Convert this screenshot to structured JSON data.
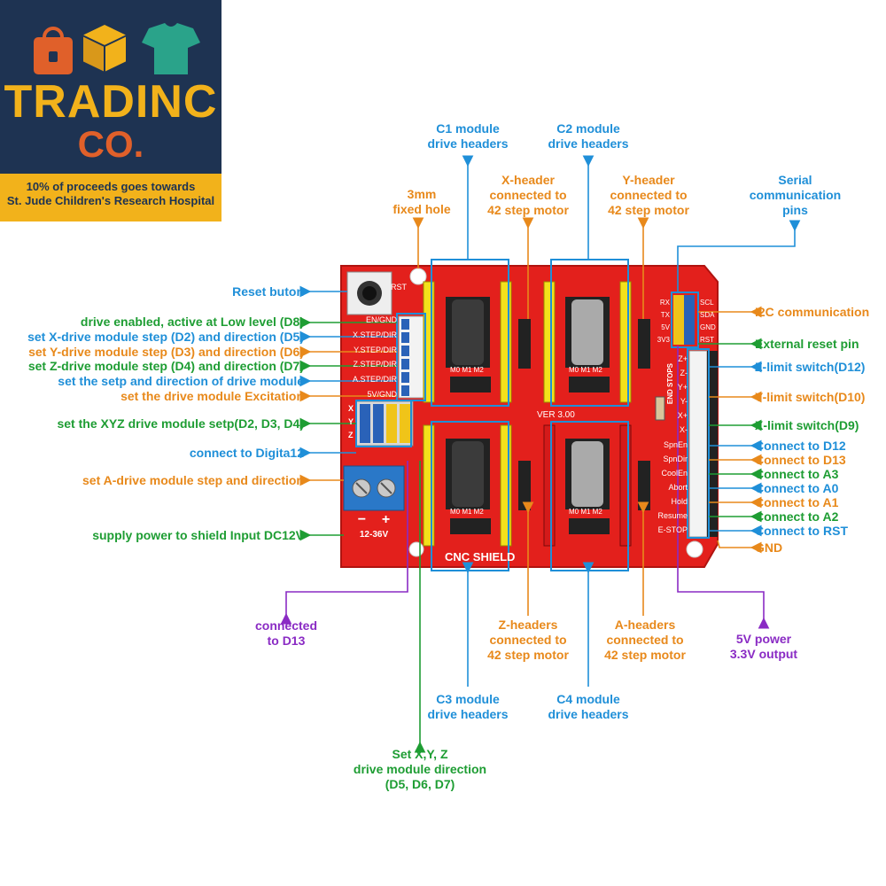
{
  "logo": {
    "line1": "TRADINC",
    "line2": "CO.",
    "tagline1": "10% of proceeds goes towards",
    "tagline2": "St. Jude Children's Research Hospital",
    "colors": {
      "navy": "#1e3352",
      "gold": "#f2b21b",
      "orange": "#e0602a",
      "teal": "#2aa38a"
    }
  },
  "colors": {
    "blue": "#1f8fd8",
    "orange": "#e8891b",
    "green": "#1e9d33",
    "purple": "#8a2bc4",
    "board": "#e3201c"
  },
  "board": {
    "cnc_shield": "CNC SHIELD",
    "version": "VER 3.00",
    "voltage": "12-36V",
    "minus": "−",
    "plus": "+",
    "rst": "RST",
    "end_stops": "END STOPS",
    "left_pins": [
      "EN/GND",
      "X.STEP/DIR",
      "Y.STEP/DIR",
      "Z.STEP/DIR",
      "A.STEP/DIR",
      "5V/GND"
    ],
    "right_pins": [
      "Z+",
      "Z-",
      "Y+",
      "Y-",
      "X+",
      "X-",
      "SpnEn",
      "SpnDir",
      "CoolEn",
      "Abort",
      "Hold",
      "Resume",
      "E-STOP"
    ],
    "serial_pins": [
      "RX",
      "TX",
      "5V",
      "3V3"
    ],
    "i2c_pins": [
      "SCL",
      "SDA",
      "GND",
      "RST"
    ],
    "axis_letters": [
      "X",
      "Y",
      "Z"
    ],
    "driver_labels": [
      "M0 M1 M2",
      "M0 M1 M2",
      "M0 M1 M2",
      "M0 M1 M2"
    ]
  },
  "callouts": {
    "c1": [
      "C1 module",
      "drive headers"
    ],
    "c2": [
      "C2 module",
      "drive headers"
    ],
    "c3": [
      "C3 module",
      "drive headers"
    ],
    "c4": [
      "C4 module",
      "drive headers"
    ],
    "x_header": [
      "X-header",
      "connected to",
      "42 step motor"
    ],
    "y_header": [
      "Y-header",
      "connected to",
      "42 step motor"
    ],
    "z_headers": [
      "Z-headers",
      "connected to",
      "42 step motor"
    ],
    "a_headers": [
      "A-headers",
      "connected to",
      "42 step motor"
    ],
    "fixed_hole": [
      "3mm",
      "fixed hole"
    ],
    "serial": [
      "Serial",
      "communication",
      "pins"
    ],
    "connected_d13": [
      "connected",
      "to D13"
    ],
    "power": [
      "5V  power",
      "3.3V  output"
    ],
    "set_dir": [
      "Set X,Y, Z",
      "drive module direction",
      "(D5, D6, D7)"
    ],
    "left": [
      "Reset buton",
      "drive enabled, active at Low level (D8)",
      "set X-drive module step (D2) and direction (D5)",
      "set Y-drive module step (D3) and direction (D6)",
      "set Z-drive module step (D4) and direction (D7)",
      "set the setp and direction of drive module",
      "set the drive module Excitation",
      "set the XYZ drive module setp(D2, D3, D4)",
      "connect to Digita12",
      "set A-drive module step and direction",
      "supply power to shield Input DC12V"
    ],
    "right": [
      "I2C communication",
      "External reset pin",
      "Z-limit switch(D12)",
      "Y-limit switch(D10)",
      "X-limit switch(D9)",
      "Connect to D12",
      "Connect to D13",
      "Connect to A3",
      "Connect to A0",
      "Connect to A1",
      "Connect to A2",
      "Connect to RST",
      "GND"
    ]
  }
}
